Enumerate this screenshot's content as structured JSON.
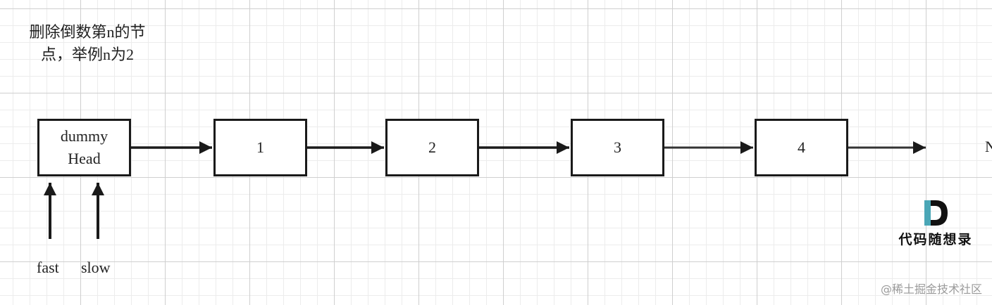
{
  "title": "删除倒数第n的节\n点，举例n为2",
  "nodes": {
    "dummy": {
      "line1": "dummy",
      "line2": "Head"
    },
    "n1": "1",
    "n2": "2",
    "n3": "3",
    "n4": "4"
  },
  "tail_label": "N",
  "pointers": {
    "fast": "fast",
    "slow": "slow"
  },
  "logo_text": "代码随想录",
  "watermark": "@稀土掘金技术社区"
}
